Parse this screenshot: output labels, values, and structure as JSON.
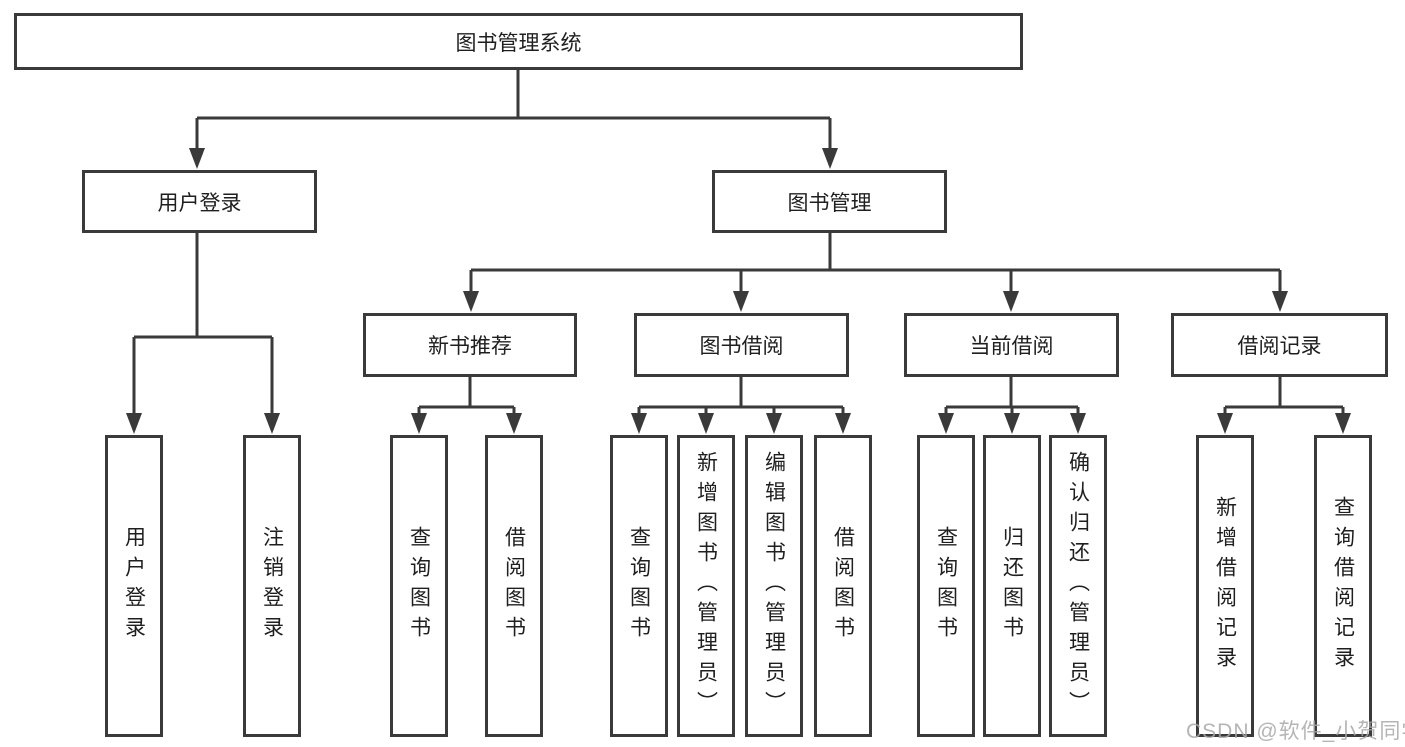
{
  "title": "图书管理系统",
  "tree": {
    "label": "图书管理系统",
    "children": [
      {
        "label": "用户登录",
        "children": [
          {
            "label": "用户登录"
          },
          {
            "label": "注销登录"
          }
        ]
      },
      {
        "label": "图书管理",
        "children": [
          {
            "label": "新书推荐",
            "children": [
              {
                "label": "查询图书"
              },
              {
                "label": "借阅图书"
              }
            ]
          },
          {
            "label": "图书借阅",
            "children": [
              {
                "label": "查询图书"
              },
              {
                "label": "新增图书（管理员）"
              },
              {
                "label": "编辑图书（管理员）"
              },
              {
                "label": "借阅图书"
              }
            ]
          },
          {
            "label": "当前借阅",
            "children": [
              {
                "label": "查询图书"
              },
              {
                "label": "归还图书"
              },
              {
                "label": "确认归还（管理员）"
              }
            ]
          },
          {
            "label": "借阅记录",
            "children": [
              {
                "label": "新增借阅记录"
              },
              {
                "label": "查询借阅记录"
              }
            ]
          }
        ]
      }
    ]
  },
  "watermark": "CSDN @软件_小贺同学",
  "colors": {
    "line": "#3a3a3a",
    "box_border": "#3a3a3a",
    "box_fill": "#ffffff",
    "text": "#1f1f1f",
    "watermark": "#a8a8a8",
    "background": "#ffffff"
  }
}
